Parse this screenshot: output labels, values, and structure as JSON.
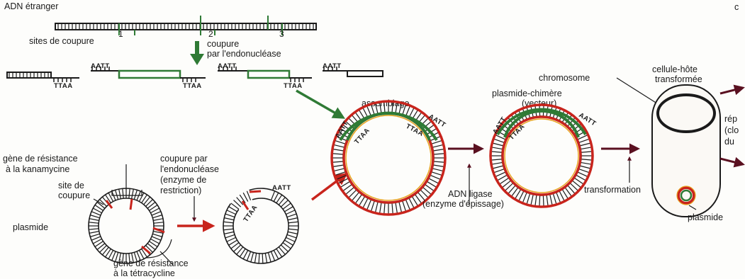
{
  "labels": {
    "adn_etranger": "ADN étranger",
    "sites_de_coupure": "sites de coupure",
    "site_num_1": "1",
    "site_num_2": "2",
    "site_num_3": "3",
    "coupure_endo_1": "coupure",
    "coupure_endo_2": "par l'endonucléase",
    "chromosome": "chromosome",
    "cellule_hote_1": "cellule-hôte",
    "cellule_hote_2": "transformée",
    "edge_top": "c",
    "edge_rep_1": "rép",
    "edge_rep_2": "(clo",
    "edge_rep_3": "du",
    "assemblage": "assemblage",
    "plasmide_chimere_1": "plasmide-chimère",
    "plasmide_chimere_2": "(vecteur)",
    "gene_kana_1": "gène de résistance",
    "gene_kana_2": "à la kanamycine",
    "coupure_par_1": "coupure par",
    "coupure_par_2": "l'endonucléase",
    "coupure_par_3": "(enzyme de",
    "coupure_par_4": "restriction)",
    "site_de_1": "site de",
    "site_de_2": "coupure",
    "plasmide": "plasmide",
    "gene_tetra_1": "gène de résistance",
    "gene_tetra_2": "à la tétracycline",
    "adn_ligase_1": "ADN ligase",
    "adn_ligase_2": "(enzyme d'épissage)",
    "transformation": "transformation",
    "plasmide_right": "plasmide"
  },
  "sequences": {
    "aatt": "AATT",
    "ttaa": "TTAA"
  },
  "colors": {
    "dna": "#1a1a1a",
    "foreign_dna": "#2f7a35",
    "plasmid_red": "#c8241c",
    "orange_inner": "#e8a420",
    "arrow_dark": "#5a1020"
  }
}
